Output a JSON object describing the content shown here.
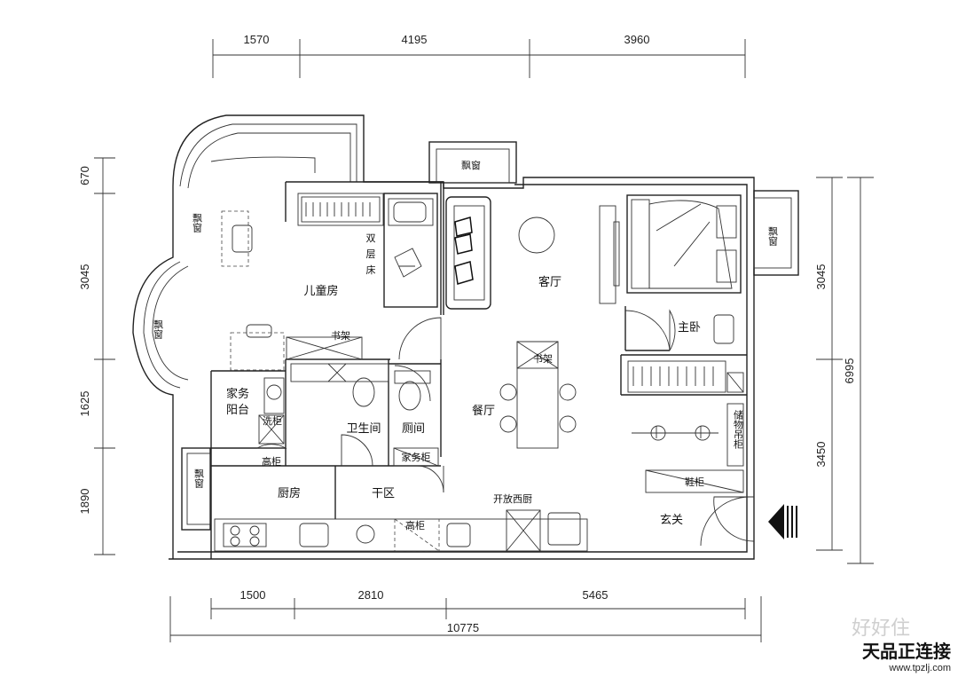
{
  "dimensions": {
    "top": [
      "1570",
      "4195",
      "3960"
    ],
    "left": [
      "670",
      "3045",
      "1625",
      "1890"
    ],
    "right": [
      "3045",
      "3450"
    ],
    "right_total": "6995",
    "bottom": [
      "1500",
      "2810",
      "5465"
    ],
    "bottom_total": "10775"
  },
  "rooms": {
    "kids_room": "儿童房",
    "living_room": "客厅",
    "master_bedroom": "主卧",
    "dining_room": "餐厅",
    "bathroom": "卫生间",
    "toilet": "厕间",
    "utility_balcony_1": "家务",
    "utility_balcony_2": "阳台",
    "kitchen": "厨房",
    "dry_area": "干区",
    "open_kitchen": "开放西厨",
    "entrance": "玄关"
  },
  "labels": {
    "bay_window": "飘窗",
    "bunk_bed": [
      "双",
      "层",
      "床"
    ],
    "bookshelf": "书架",
    "bookshelf_small": "书架",
    "storage_cab": "储物吊柜",
    "shoe_cab": "鞋柜",
    "high_cab": "高柜",
    "linen_cab": "家务柜",
    "laundry_cab": "洗柜"
  },
  "watermark": {
    "faded": "好好住",
    "title": "天品正连接",
    "url": "www.tpzlj.com"
  }
}
